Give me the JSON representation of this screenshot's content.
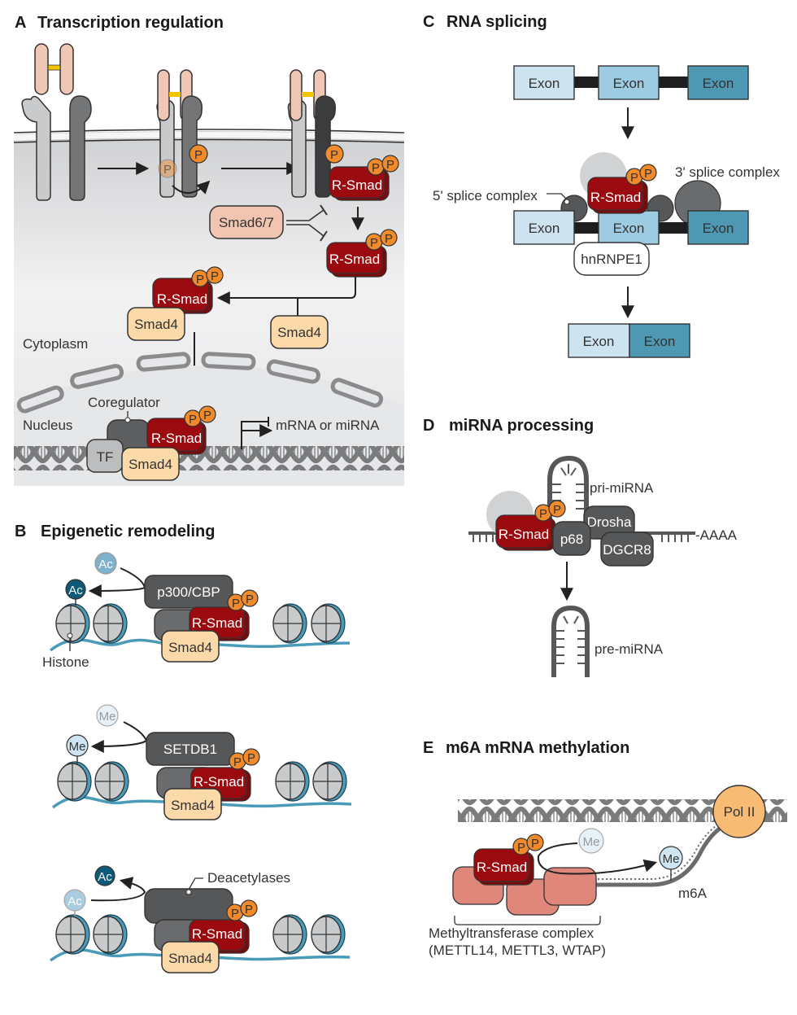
{
  "panels": {
    "A": {
      "letter": "A",
      "title": "Transcription regulation",
      "labels": {
        "p": "P",
        "rsmad": "R-Smad",
        "smad67": "Smad6/7",
        "smad4": "Smad4",
        "cytoplasm": "Cytoplasm",
        "nucleus": "Nucleus",
        "coregulator": "Coregulator",
        "tf": "TF",
        "product": "mRNA or miRNA"
      }
    },
    "B": {
      "letter": "B",
      "title": "Epigenetic remodeling",
      "labels": {
        "ac": "Ac",
        "me": "Me",
        "p": "P",
        "p300": "p300/CBP",
        "setdb1": "SETDB1",
        "deacetylases": "Deacetylases",
        "rsmad": "R-Smad",
        "smad4": "Smad4",
        "histone": "Histone"
      }
    },
    "C": {
      "letter": "C",
      "title": "RNA splicing",
      "labels": {
        "exon": "Exon",
        "p": "P",
        "rsmad": "R-Smad",
        "splice5": "5' splice complex",
        "splice3": "3' splice complex",
        "hnrnpe1": "hnRNPE1"
      }
    },
    "D": {
      "letter": "D",
      "title": "miRNA processing",
      "labels": {
        "primirna": "pri-miRNA",
        "premirna": "pre-miRNA",
        "rsmad": "R-Smad",
        "p": "P",
        "p68": "p68",
        "drosha": "Drosha",
        "dgcr8": "DGCR8",
        "polya": "-AAAA"
      }
    },
    "E": {
      "letter": "E",
      "title": "m6A mRNA methylation",
      "labels": {
        "rsmad": "R-Smad",
        "p": "P",
        "me": "Me",
        "polii": "Pol II",
        "m6a": "m6A",
        "complex_line1": "Methyltransferase complex",
        "complex_line2": "(METTL14, METTL3, WTAP)"
      }
    }
  },
  "colors": {
    "rsmad": "#9b0a0e",
    "phospho": "#f08a2a",
    "smad4": "#fbd9a8",
    "smad67": "#f2c4b2",
    "ligand": "#f0c6b4",
    "linker": "#f5c400",
    "dark_protein": "#555759",
    "exon_light": "#cde3f0",
    "exon_mid": "#9ccbe2",
    "exon_dark": "#4e98b4",
    "dna_teal": "#4a9bb8",
    "ac_dark": "#0d5a78",
    "ac_light": "#7fb1cc",
    "me_light": "#cfe6f2",
    "polii": "#f8bb74",
    "methyltransferase": "#df877a",
    "cell_bg": "#e6e7e8"
  }
}
